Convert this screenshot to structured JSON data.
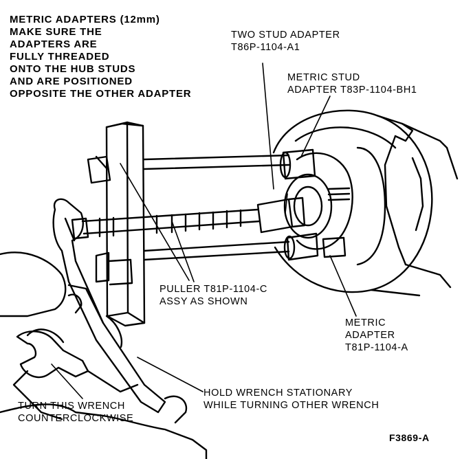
{
  "labels": {
    "metric_adapters": "METRIC ADAPTERS (12mm)\nMAKE SURE THE\nADAPTERS ARE\nFULLY THREADED\nONTO THE HUB STUDS\nAND ARE POSITIONED\nOPPOSITE THE OTHER ADAPTER",
    "two_stud_adapter": "TWO STUD ADAPTER\nT86P-1104-A1",
    "metric_stud_adapter": "METRIC STUD\nADAPTER T83P-1104-BH1",
    "puller": "PULLER T81P-1104-C\nASSY AS SHOWN",
    "metric_adapter": "METRIC\nADAPTER\nT81P-1104-A",
    "hold_wrench": "HOLD WRENCH STATIONARY\nWHILE TURNING OTHER WRENCH",
    "turn_wrench": "TURN THIS WRENCH\nCOUNTERCLOCKWISE",
    "figure_id": "F3869-A"
  }
}
